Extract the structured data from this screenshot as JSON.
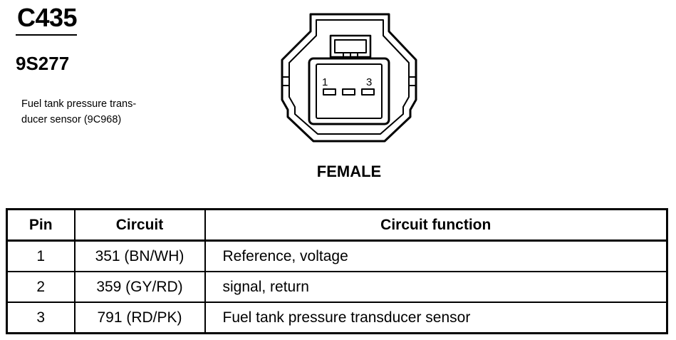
{
  "connector": {
    "code": "C435",
    "part_number": "9S277",
    "description_lines": [
      "Fuel tank pressure trans-",
      "ducer sensor (9C968)"
    ],
    "pin_labels": [
      "1",
      "3"
    ],
    "gender": "FEMALE"
  },
  "table": {
    "headers": [
      "Pin",
      "Circuit",
      "Circuit function"
    ],
    "rows": [
      {
        "pin": "1",
        "circuit": "351 (BN/WH)",
        "function": "Reference, voltage"
      },
      {
        "pin": "2",
        "circuit": "359 (GY/RD)",
        "function": "signal, return"
      },
      {
        "pin": "3",
        "circuit": "791 (RD/PK)",
        "function": "Fuel tank pressure transducer sensor"
      }
    ]
  }
}
